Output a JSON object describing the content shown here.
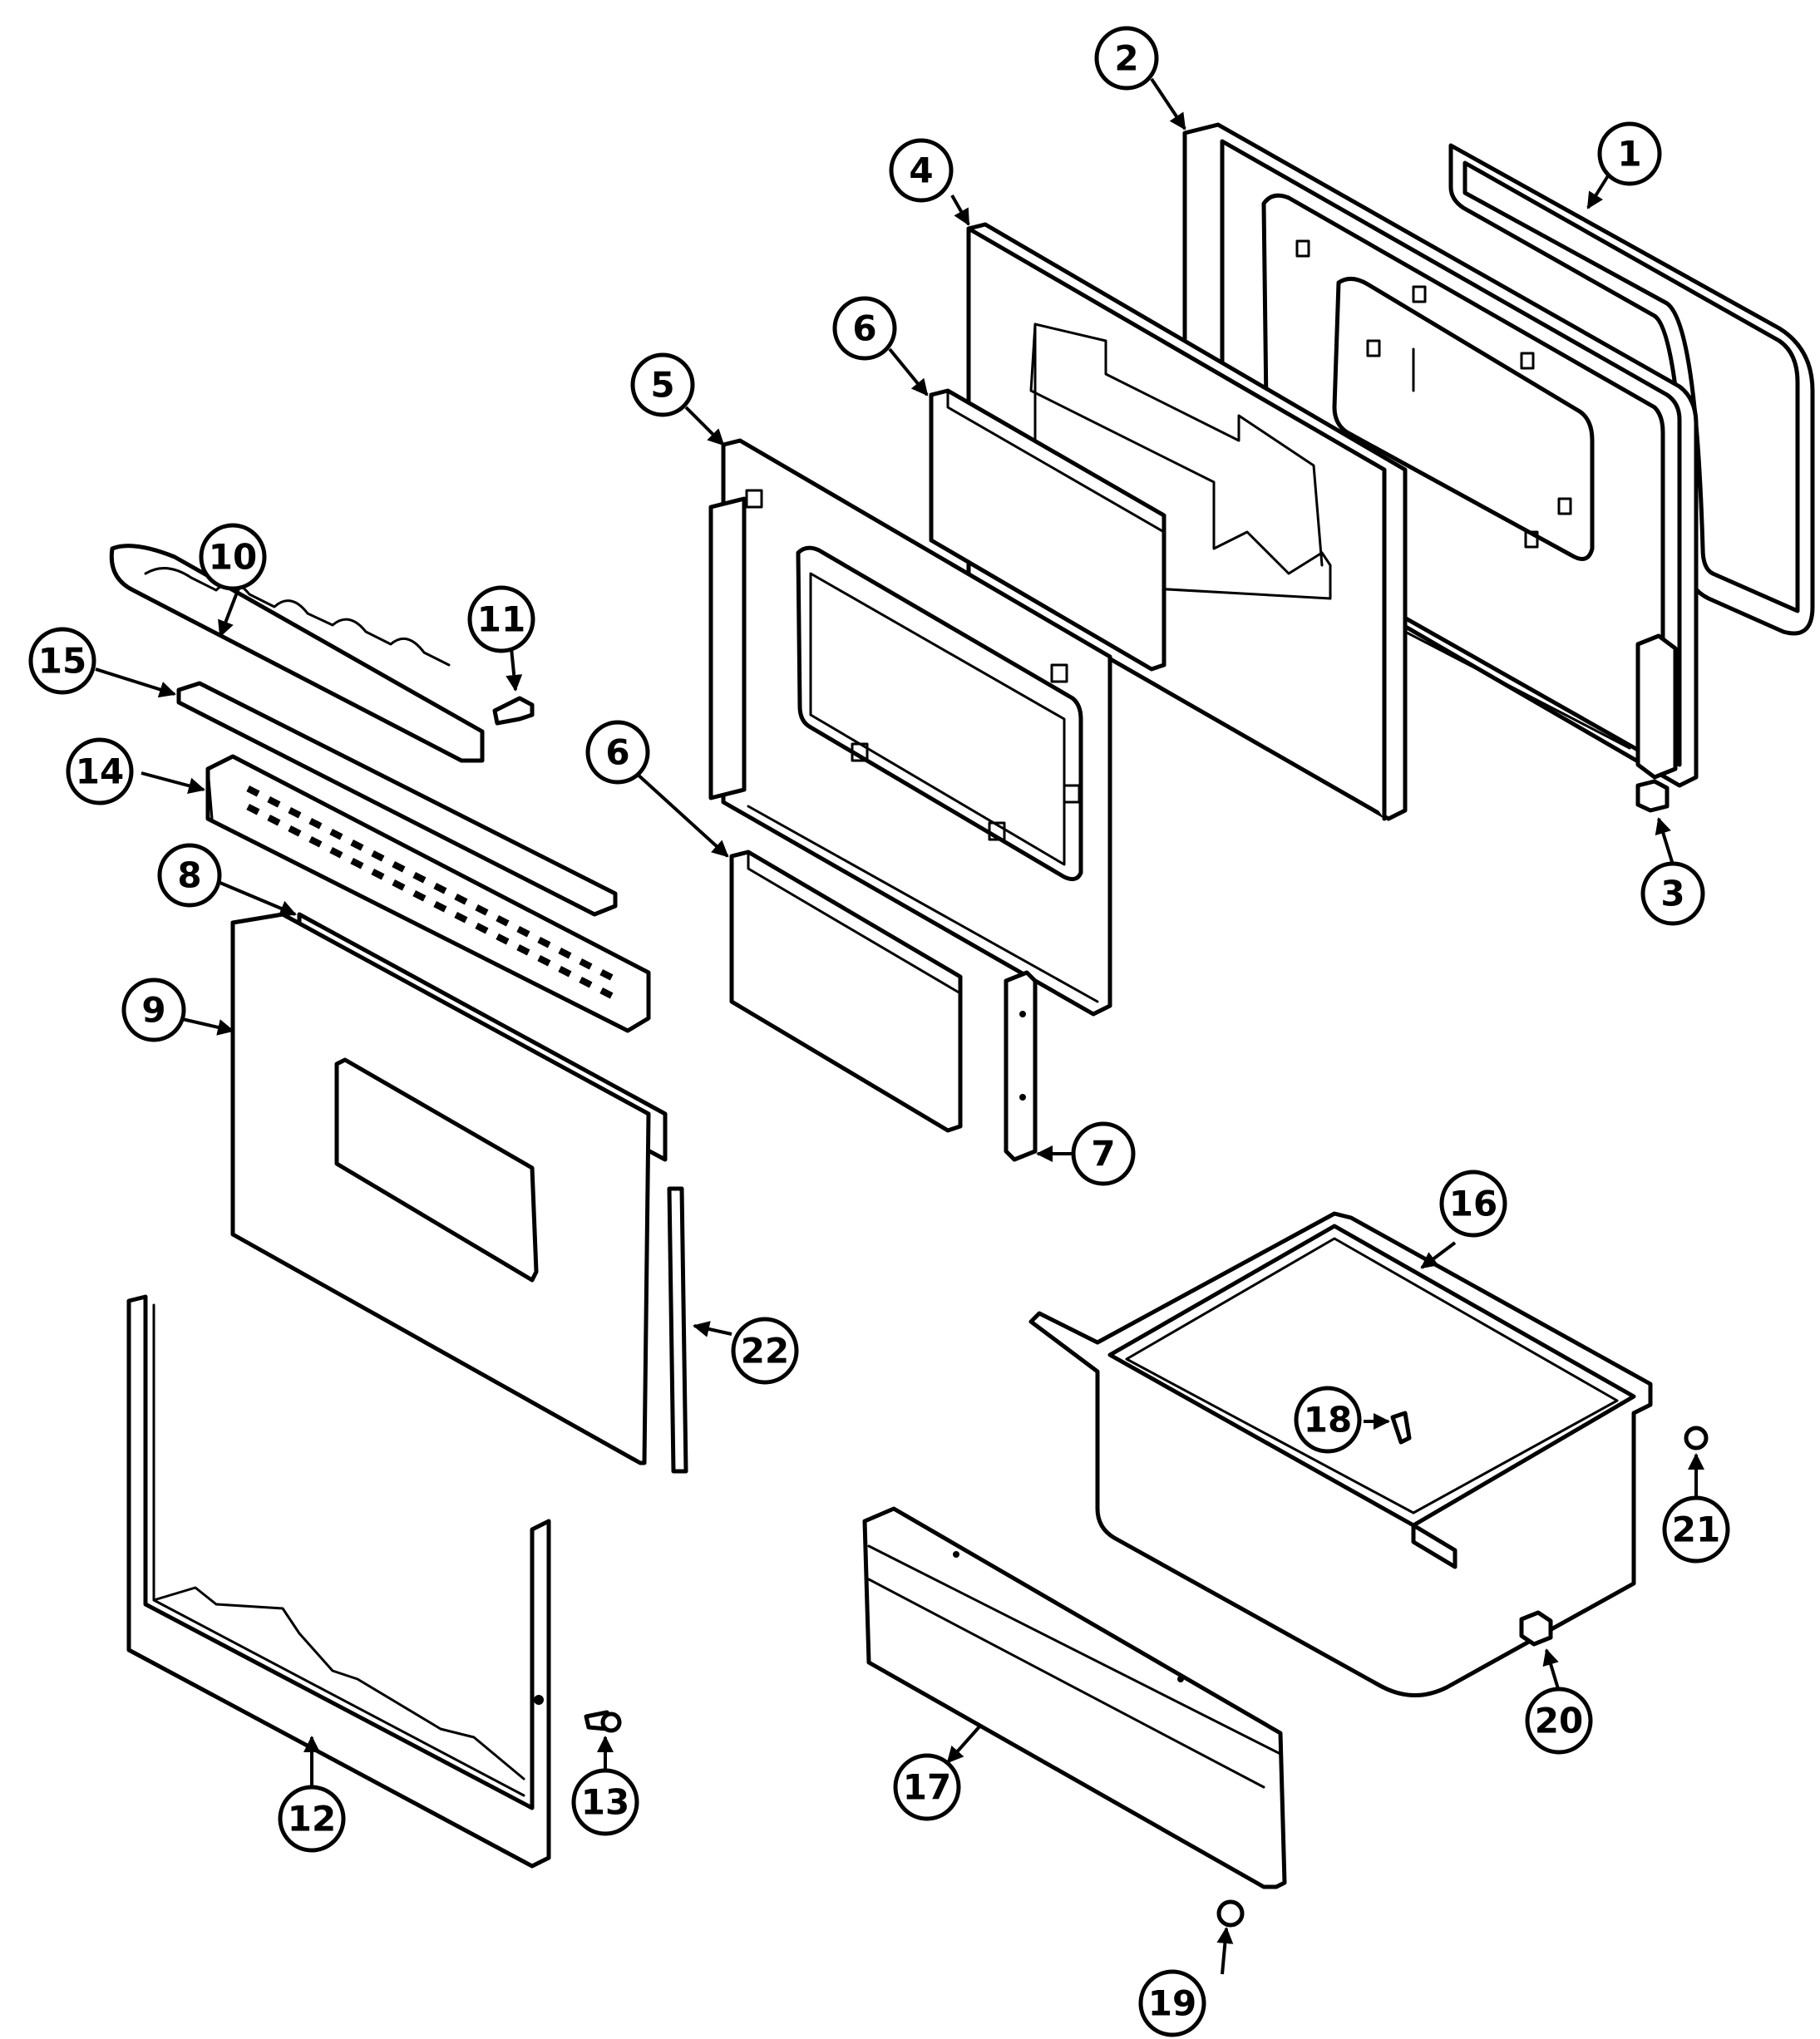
{
  "callouts": [
    {
      "id": "callout-1",
      "label": "1"
    },
    {
      "id": "callout-2",
      "label": "2"
    },
    {
      "id": "callout-3",
      "label": "3"
    },
    {
      "id": "callout-4",
      "label": "4"
    },
    {
      "id": "callout-5",
      "label": "5"
    },
    {
      "id": "callout-6a",
      "label": "6"
    },
    {
      "id": "callout-6b",
      "label": "6"
    },
    {
      "id": "callout-7",
      "label": "7"
    },
    {
      "id": "callout-8",
      "label": "8"
    },
    {
      "id": "callout-9",
      "label": "9"
    },
    {
      "id": "callout-10",
      "label": "10"
    },
    {
      "id": "callout-11",
      "label": "11"
    },
    {
      "id": "callout-12",
      "label": "12"
    },
    {
      "id": "callout-13",
      "label": "13"
    },
    {
      "id": "callout-14",
      "label": "14"
    },
    {
      "id": "callout-15",
      "label": "15"
    },
    {
      "id": "callout-16",
      "label": "16"
    },
    {
      "id": "callout-17",
      "label": "17"
    },
    {
      "id": "callout-18",
      "label": "18"
    },
    {
      "id": "callout-19",
      "label": "19"
    },
    {
      "id": "callout-20",
      "label": "20"
    },
    {
      "id": "callout-21",
      "label": "21"
    },
    {
      "id": "callout-22",
      "label": "22"
    }
  ]
}
